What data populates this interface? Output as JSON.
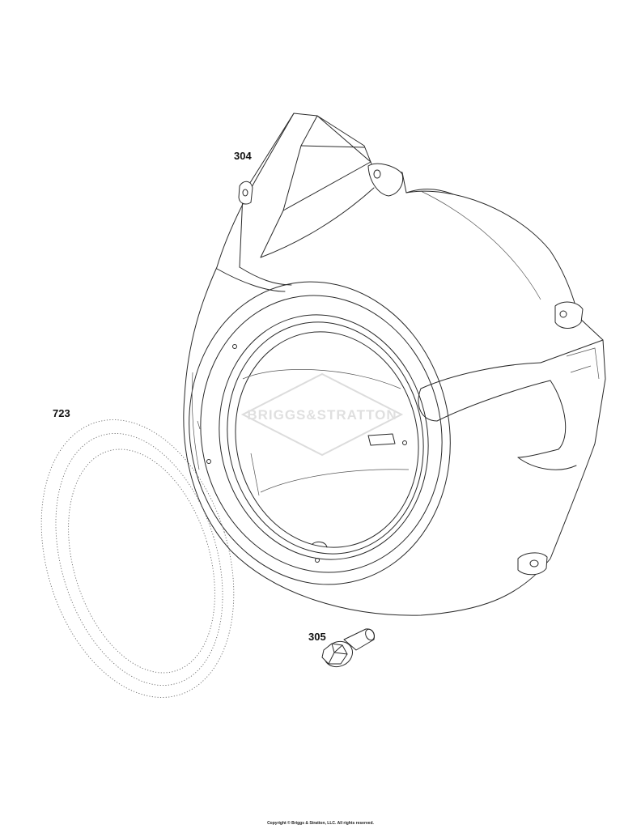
{
  "diagram": {
    "callouts": {
      "part_304": "304",
      "part_723": "723",
      "part_305": "305"
    },
    "watermark": "BRIGGS&STRATTON",
    "copyright": "Copyright © Briggs & Stratton, LLC. All rights reserved."
  }
}
